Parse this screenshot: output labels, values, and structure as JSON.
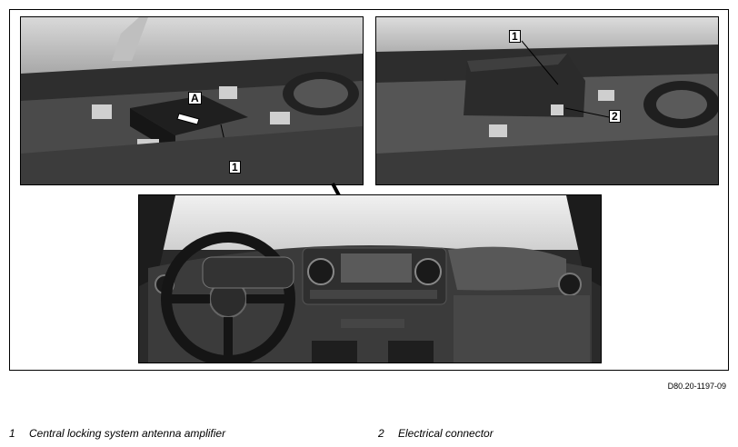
{
  "figure_code": "D80.20-1197-09",
  "callouts": {
    "left_1": "1",
    "left_A": "A",
    "right_1": "1",
    "right_2": "2"
  },
  "legend": [
    {
      "number": "1",
      "text": "Central locking system antenna amplifier"
    },
    {
      "number": "2",
      "text": "Electrical connector"
    }
  ]
}
